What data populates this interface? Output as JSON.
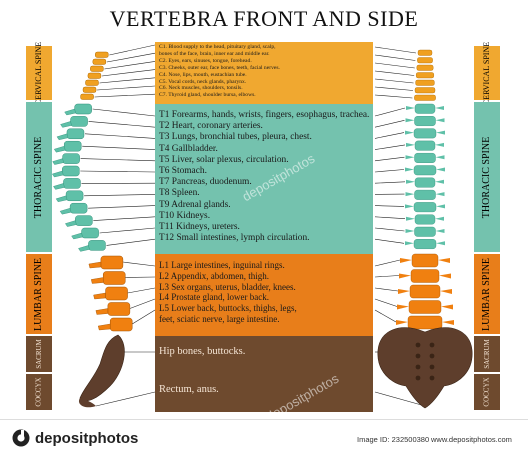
{
  "title": "VERTEBRA FRONT AND SIDE",
  "regions": {
    "cervical": "CERVICAL SPINE",
    "thoracic": "THORACIC SPINE",
    "lumbar": "LUMBAR SPINE",
    "sacrum": "SACRUM",
    "coccyx": "COCCYX"
  },
  "cervical_items": [
    "C1. Blood supply to the head, pituitary gland, scalp,",
    "bones of the face, brain, inner ear and middle ear.",
    "C2. Eyes, ears, sinuses, tongue, forehead.",
    "C3. Cheeks, outer ear, face bones, teeth, facial nerves.",
    "C4. Nose, lips, mouth, eustachian tube.",
    "C5. Vocal cords, neck glands, pharynx.",
    "C6. Neck muscles, shoulders, tonsils.",
    "C7. Thyroid gland, shoulder bursa, elbows."
  ],
  "thoracic_items": [
    "T1  Forearms, hands, wrists, fingers, esophagus, trachea.",
    "T2  Heart, coronary arteries.",
    "T3  Lungs, bronchial tubes, pleura, chest.",
    "T4  Gallbladder.",
    "T5  Liver, solar plexus, circulation.",
    "T6  Stomach.",
    "T7  Pancreas, duodenum.",
    "T8  Spleen.",
    "T9  Adrenal glands.",
    "T10  Kidneys.",
    "T11  Kidneys, ureters.",
    "T12  Small intestines, lymph circulation."
  ],
  "lumbar_items": [
    "L1  Large intestines, inguinal rings.",
    "L2  Appendix, abdomen, thigh.",
    "L3  Sex organs, uterus, bladder, knees.",
    "L4  Prostate gland, lower back.",
    "L5  Lower back, buttocks, thighs, legs,",
    "feet, sciatic nerve, large intestine."
  ],
  "sacrum_text": "Hip bones, buttocks.",
  "coccyx_text": "Rectum, anus.",
  "watermark": "depositphotos",
  "footer": {
    "logo": "depositphotos",
    "image_id": "Image ID: 232500380",
    "site": "www.depositphotos.com"
  },
  "colors": {
    "cervical": "#f0a830",
    "thoracic": "#74c2ae",
    "lumbar": "#e87e1a",
    "sacrum": "#6e4a2e",
    "coccyx": "#6e4a2e",
    "text_light": "#f4e4d4",
    "bone_cervical": "#f0a020",
    "bone_thoracic": "#5fc0a8",
    "bone_lumbar": "#f08010",
    "bone_sacrum": "#5e3e2c"
  }
}
